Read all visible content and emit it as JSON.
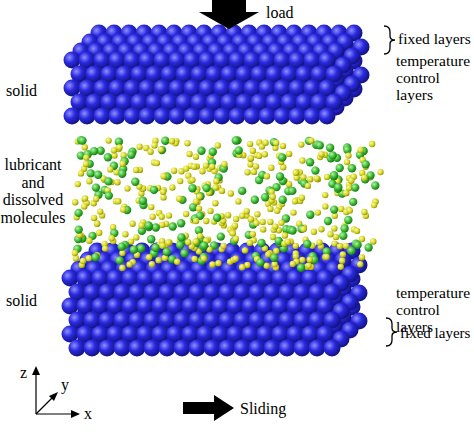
{
  "diagram": {
    "labels": [
      "load",
      "solid",
      "fixed layers",
      "temperature control layers",
      "lubricant and dissolved molecules",
      "solid",
      "temperature control layers",
      "fixed layers",
      "z",
      "y",
      "x",
      "Sliding"
    ]
  }
}
